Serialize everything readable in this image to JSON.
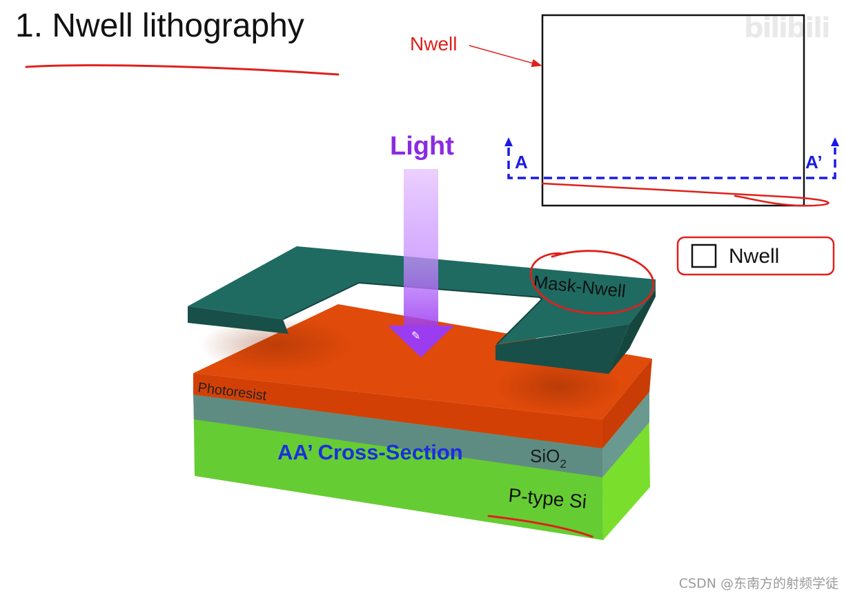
{
  "title": "1. Nwell lithography",
  "light_label": "Light",
  "layout_view": {
    "nwell_callout": "Nwell",
    "cut_start": "A",
    "cut_end": "A’"
  },
  "legend": {
    "entry": "Nwell"
  },
  "stack": {
    "mask_label": "Mask-Nwell",
    "photoresist_label": "Photoresist",
    "sio2_label": "SiO",
    "sio2_subscript": "2",
    "substrate_label": "P-type Si",
    "cross_section_label": "AA’ Cross-Section"
  },
  "watermark": "CSDN @东南方的射频学徒",
  "logo_text": "bilibili",
  "colors": {
    "annotation_red": "#e0201a",
    "cut_line_blue": "#1a1ae6",
    "light_purple": "#8a2be2",
    "mask_teal": "#1d5c55",
    "photoresist": "#e04a0a",
    "sio2": "#5f8c82",
    "silicon": "#66cc33",
    "cross_section_text": "#1a2ee0"
  }
}
